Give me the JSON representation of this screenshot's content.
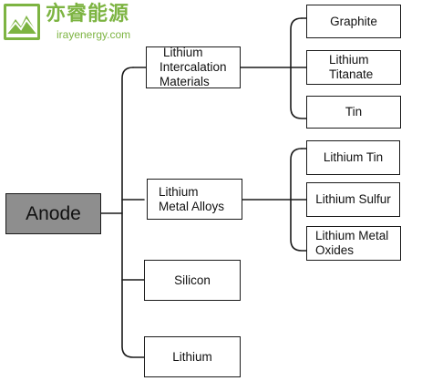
{
  "watermark": {
    "brand_cn": "亦睿能源",
    "brand_url": "irayenergy.com",
    "brand_color": "#7db442",
    "icon": "mountain-logo-icon"
  },
  "root": {
    "label": "Anode",
    "fill": "#8e8e8e"
  },
  "branches": [
    {
      "label_lines": [
        "Lithium",
        "Intercalation",
        "Materials"
      ],
      "children": [
        {
          "label_lines": [
            "Graphite"
          ]
        },
        {
          "label_lines": [
            "Lithium",
            "Titanate"
          ]
        },
        {
          "label_lines": [
            "Tin"
          ]
        }
      ]
    },
    {
      "label_lines": [
        "Lithium",
        "Metal Alloys"
      ],
      "children": [
        {
          "label_lines": [
            "Lithium Tin"
          ]
        },
        {
          "label_lines": [
            "Lithium Sulfur"
          ]
        },
        {
          "label_lines": [
            "Lithium Metal",
            "Oxides"
          ]
        }
      ]
    },
    {
      "label_lines": [
        "Silicon"
      ],
      "children": []
    },
    {
      "label_lines": [
        "Lithium"
      ],
      "children": []
    }
  ]
}
